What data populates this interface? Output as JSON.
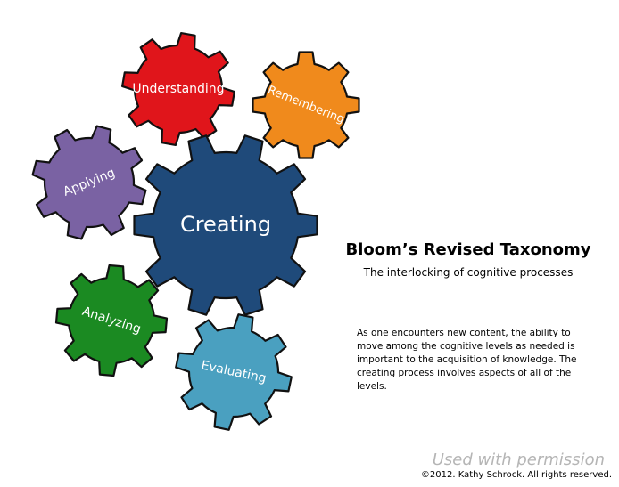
{
  "title": "Bloom’s Revised Taxonomy",
  "subtitle": "The interlocking of cognitive processes",
  "description": "As one encounters new content, the ability to move among the cognitive levels as needed is important to the acquisition of knowledge. The creating process involves aspects of all of the levels.",
  "permission_note": "Used with permission",
  "copyright": "©2012. Kathy Schrock. All rights reserved.",
  "gears": [
    {
      "id": "creating",
      "label": "Creating",
      "color": "#1f4a7a"
    },
    {
      "id": "understanding",
      "label": "Understanding",
      "color": "#e0151b"
    },
    {
      "id": "remembering",
      "label": "Remembering",
      "color": "#f08a1c"
    },
    {
      "id": "applying",
      "label": "Applying",
      "color": "#7a62a3"
    },
    {
      "id": "analyzing",
      "label": "Analyzing",
      "color": "#1b8a22"
    },
    {
      "id": "evaluating",
      "label": "Evaluating",
      "color": "#4aa0c0"
    }
  ]
}
